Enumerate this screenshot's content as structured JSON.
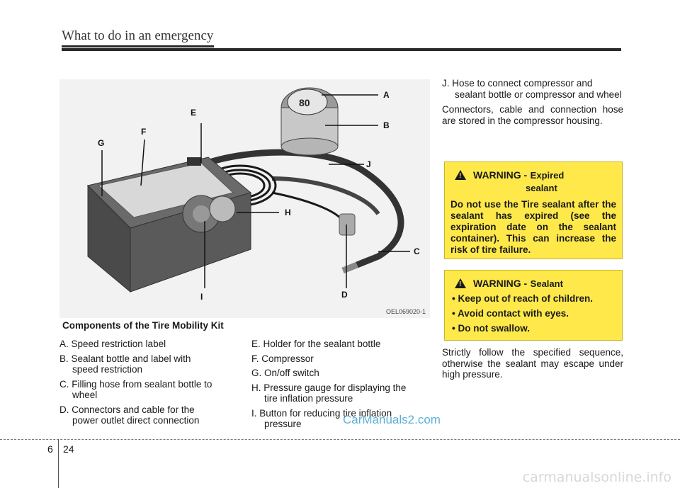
{
  "header": {
    "title": "What to do in an emergency"
  },
  "figure": {
    "labels": [
      "A",
      "B",
      "C",
      "D",
      "E",
      "F",
      "G",
      "H",
      "I",
      "J"
    ],
    "code": "OEL069020-1",
    "caption": "Components of the Tire Mobility Kit",
    "bottle_text": "80"
  },
  "components_col1": [
    {
      "lead": "A. Speed restriction label",
      "cont": ""
    },
    {
      "lead": "B. Sealant bottle and label with",
      "cont": "speed restriction"
    },
    {
      "lead": "C. Filling hose from sealant bottle to",
      "cont": "wheel"
    },
    {
      "lead": "D. Connectors and cable for the",
      "cont": "power outlet direct connection"
    }
  ],
  "components_col2": [
    {
      "lead": "E. Holder for the sealant bottle",
      "cont": ""
    },
    {
      "lead": "F. Compressor",
      "cont": ""
    },
    {
      "lead": "G. On/off switch",
      "cont": ""
    },
    {
      "lead": "H. Pressure gauge for displaying the",
      "cont": "tire inflation pressure"
    },
    {
      "lead": "I. Button for reducing tire inflation",
      "cont": "pressure"
    }
  ],
  "col3": {
    "j_lead": "J. Hose to connect compressor and",
    "j_cont": "sealant bottle or compressor and wheel",
    "storage": "Connectors, cable and connection hose are stored in the compressor housing.",
    "closing": "Strictly follow the specified sequence, otherwise the sealant may escape under high pressure."
  },
  "warning1": {
    "title": "WARNING -",
    "sub1": "Expired",
    "sub2": "sealant",
    "body": "Do not use the Tire sealant after the sealant has expired (see the expiration date on the sealant container). This can increase the risk of tire failure."
  },
  "warning2": {
    "title": "WARNING -",
    "sub": "Sealant",
    "items": [
      "Keep out of reach of children.",
      "Avoid contact with eyes.",
      "Do not swallow."
    ]
  },
  "footer": {
    "section": "6",
    "page": "24",
    "watermark": "CarManuals2.com",
    "site": "carmanualsonline.info"
  }
}
